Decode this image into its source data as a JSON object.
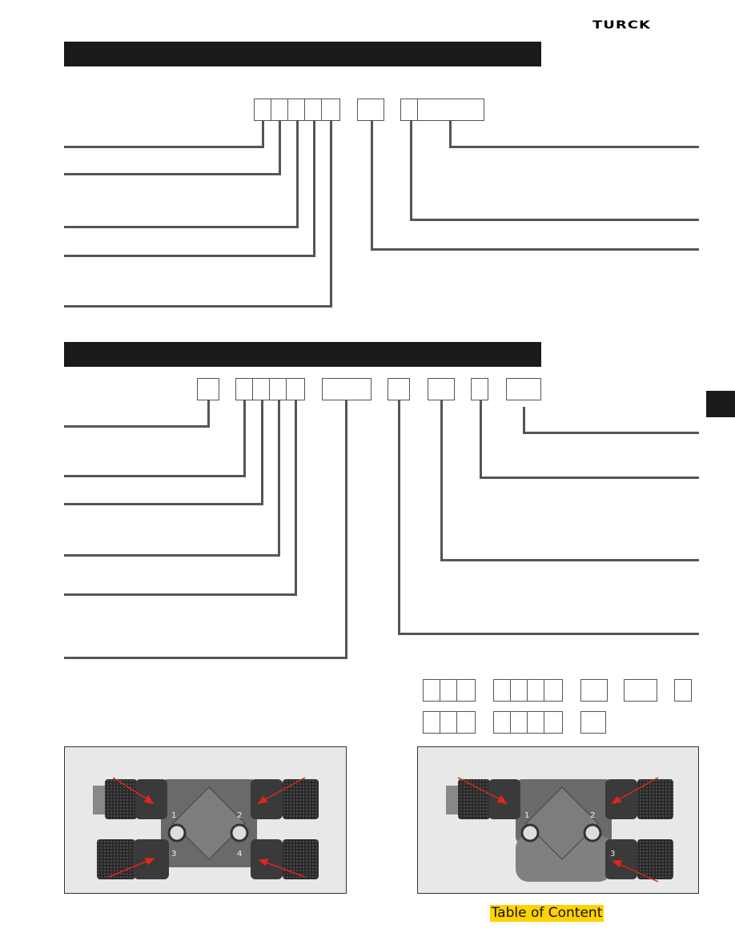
{
  "brand": {
    "logo_text": "TURCK"
  },
  "footer": {
    "toc_label": "Table of Content"
  },
  "colors": {
    "header_bar": "#1a1a1a",
    "leader_line": "#555555",
    "toc_highlight": "#ffd200",
    "arrow": "#e0261a"
  },
  "photos": [
    {
      "name": "4-port-splitter-photo",
      "ports": [
        "1",
        "2",
        "3",
        "4"
      ]
    },
    {
      "name": "3-port-splitter-photo",
      "ports": [
        "1",
        "2",
        "3"
      ]
    }
  ]
}
